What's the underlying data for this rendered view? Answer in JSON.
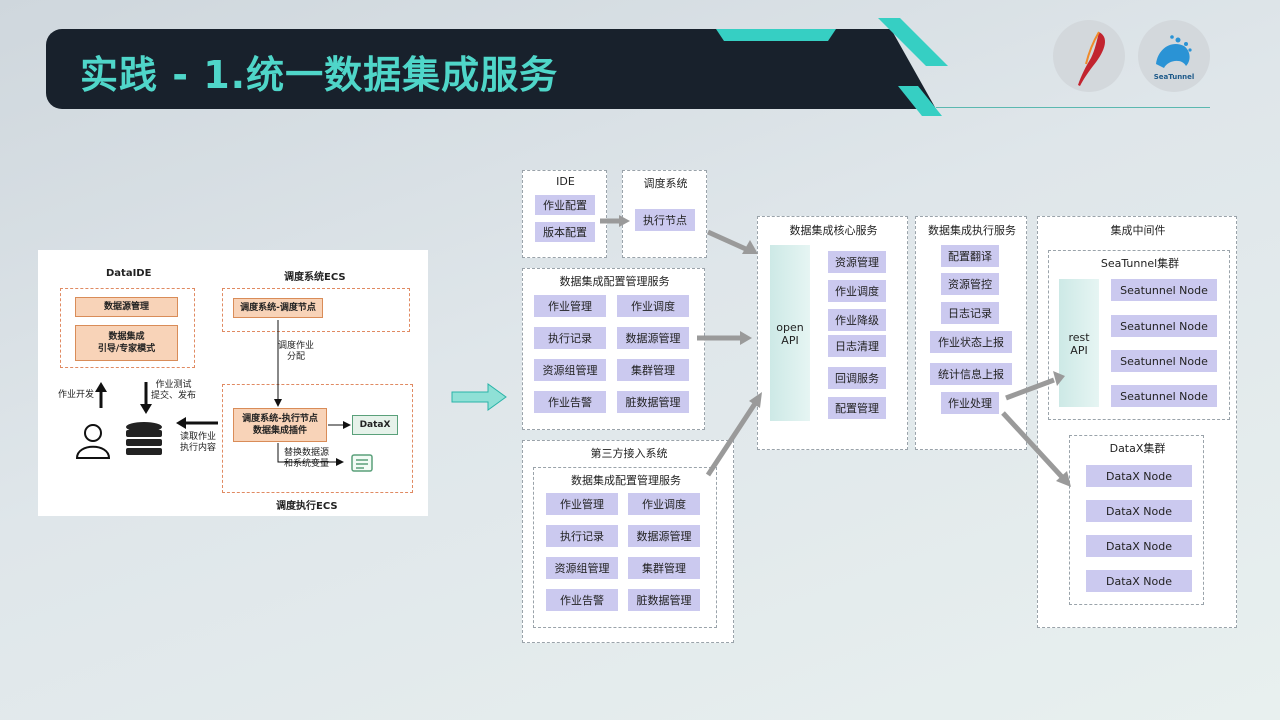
{
  "title": "实践 - 1.统一数据集成服务",
  "logos": {
    "apache": "apache-feather-logo",
    "seatunnel": "SeaTunnel"
  },
  "left": {
    "dataide": "DataIDE",
    "ecs_head": "调度系统ECS",
    "ds_mgmt": "数据源管理",
    "integration": "数据集成\n引导/专家模式",
    "sched_node": "调度系统-调度节点",
    "sched_dist": "调度作业\n分配",
    "exec_node": "调度系统-执行节点\n数据集成插件",
    "datax": "DataX",
    "replace": "替换数据源\n和系统变量",
    "dev": "作业开发",
    "test": "作业测试\n提交、发布",
    "read": "读取作业\n执行内容",
    "exec_ecs": "调度执行ECS"
  },
  "ide": {
    "title": "IDE",
    "items": [
      "作业配置",
      "版本配置"
    ]
  },
  "sched": {
    "title": "调度系统",
    "item": "执行节点"
  },
  "cfg": {
    "title": "数据集成配置管理服务",
    "items": [
      "作业管理",
      "作业调度",
      "执行记录",
      "数据源管理",
      "资源组管理",
      "集群管理",
      "作业告警",
      "脏数据管理"
    ]
  },
  "third": {
    "title": "第三方接入系统",
    "inner_title": "数据集成配置管理服务",
    "items": [
      "作业管理",
      "作业调度",
      "执行记录",
      "数据源管理",
      "资源组管理",
      "集群管理",
      "作业告警",
      "脏数据管理"
    ]
  },
  "core": {
    "title": "数据集成核心服务",
    "api": "open\nAPI",
    "items": [
      "资源管理",
      "作业调度",
      "作业降级",
      "日志清理",
      "回调服务",
      "配置管理"
    ]
  },
  "exec": {
    "title": "数据集成执行服务",
    "items": [
      "配置翻译",
      "资源管控",
      "日志记录",
      "作业状态上报",
      "统计信息上报",
      "作业处理"
    ]
  },
  "mid": {
    "title": "集成中间件",
    "sea_title": "SeaTunnel集群",
    "rest": "rest\nAPI",
    "sea_nodes": [
      "Seatunnel Node",
      "Seatunnel Node",
      "Seatunnel Node",
      "Seatunnel Node"
    ],
    "datax_title": "DataX集群",
    "datax_nodes": [
      "DataX Node",
      "DataX Node",
      "DataX Node",
      "DataX Node"
    ]
  }
}
